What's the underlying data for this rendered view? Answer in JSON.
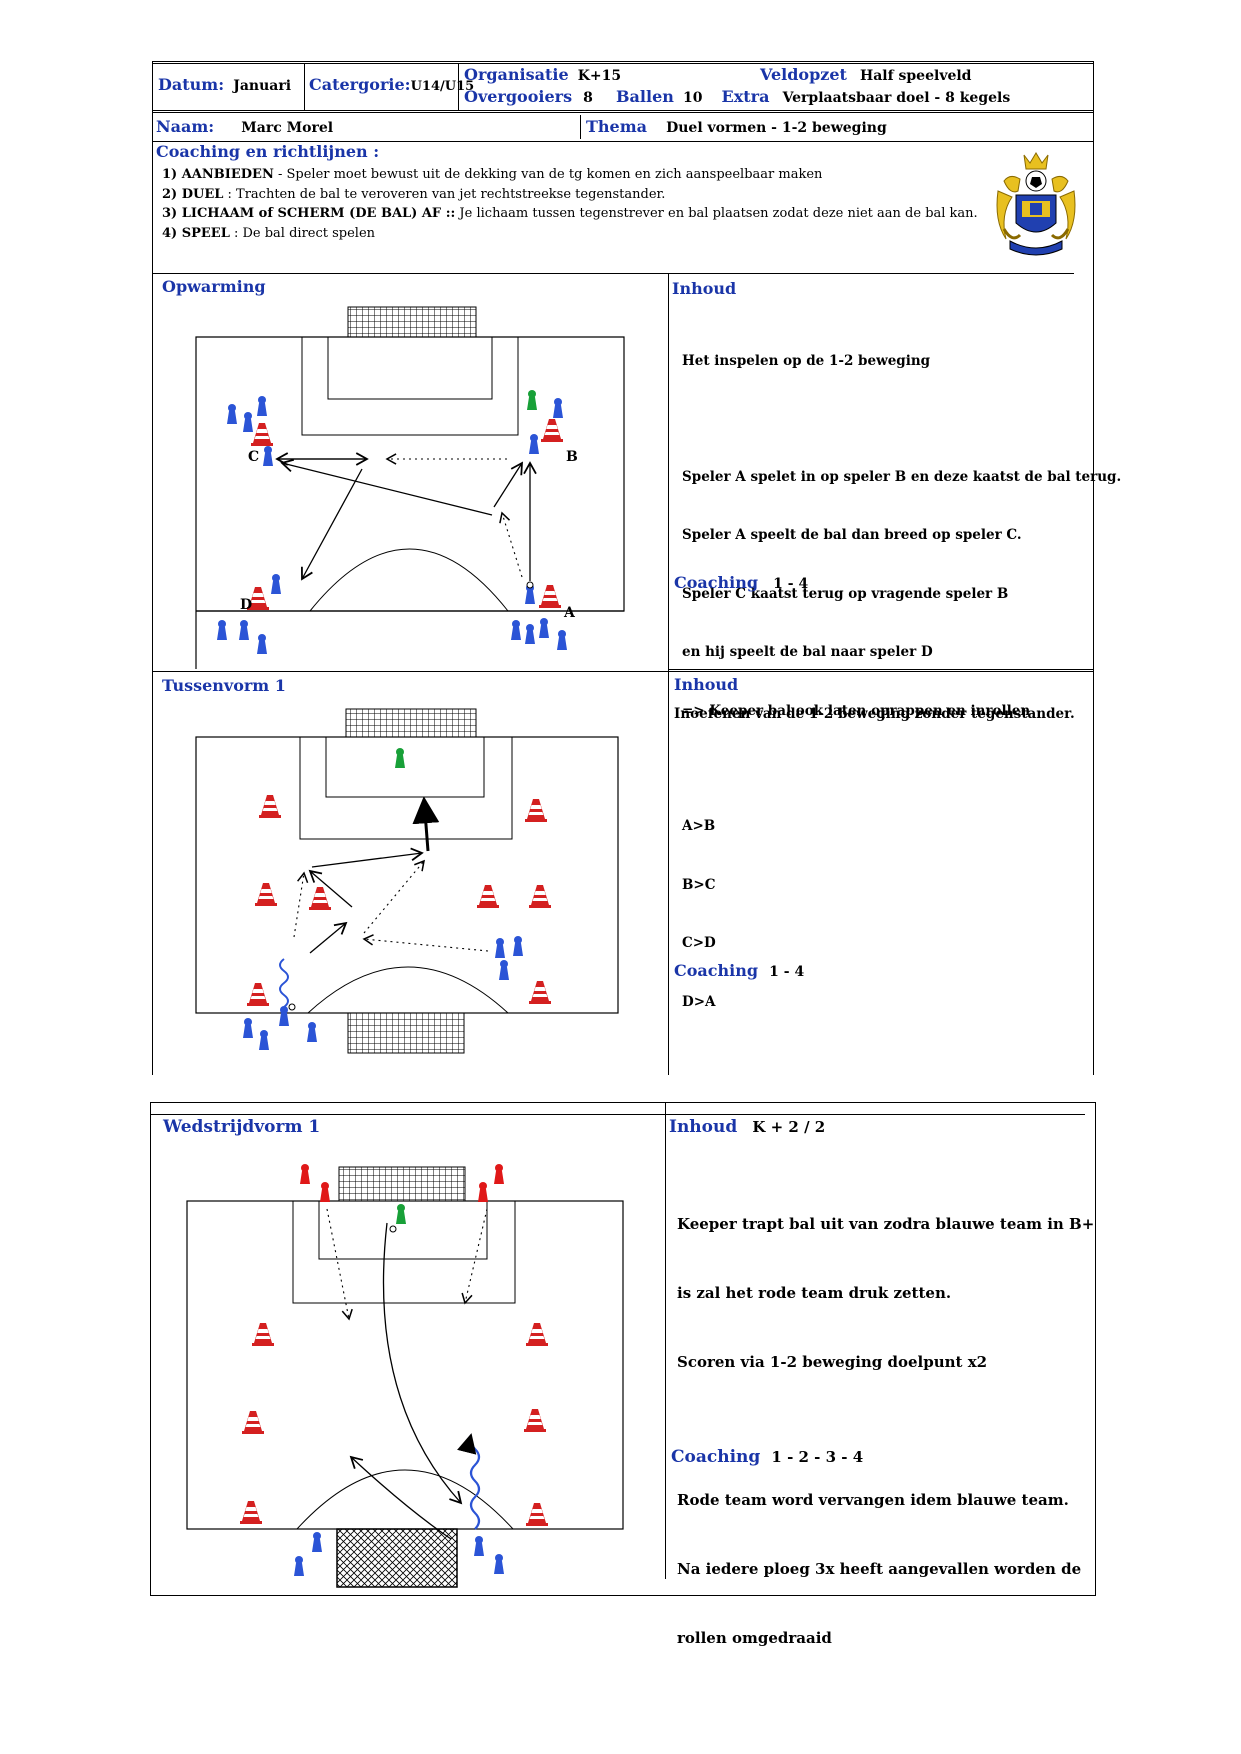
{
  "header": {
    "datum_label": "Datum:",
    "datum_value": "Januari",
    "categorie_label": "Catergorie:",
    "categorie_value": "U14/U15",
    "organisatie_label": "Organisatie",
    "organisatie_value": "K+15",
    "overgooiers_label": "Overgooiers",
    "overgooiers_value": "8",
    "ballen_label": "Ballen",
    "ballen_value": "10",
    "extra_label": "Extra",
    "extra_value": "Verplaatsbaar doel - 8 kegels",
    "veldopzet_label": "Veldopzet",
    "veldopzet_value": "Half speelveld",
    "naam_label": "Naam:",
    "naam_value": "Marc Morel",
    "thema_label": "Thema",
    "thema_value": "Duel vormen - 1-2 beweging"
  },
  "coaching": {
    "title": "Coaching en richtlijnen :",
    "items": [
      {
        "bold": "1) AANBIEDEN",
        "text": " - Speler moet bewust uit de dekking van de tg komen en zich aanspeelbaar maken"
      },
      {
        "bold": "2) DUEL",
        "text": " : Trachten de bal te veroveren van jet rechtstreekse tegenstander."
      },
      {
        "bold": "3) LICHAAM of SCHERM (DE BAL) AF ::",
        "text": " Je lichaam tussen tegenstrever en bal plaatsen zodat deze niet aan de bal kan."
      },
      {
        "bold": "4) SPEEL",
        "text": " : De bal direct spelen"
      }
    ]
  },
  "sections": {
    "opwarming": {
      "title": "Opwarming",
      "inhoud_label": "Inhoud",
      "lines": [
        "Het inspelen op de 1-2 beweging",
        "",
        "Speler A spelet in op speler B en deze kaatst de bal terug.",
        "Speler A speelt de bal dan breed op speler C.",
        "Speler C kaatst terug op vragende speler B",
        "en hij speelt de bal naar speler D",
        "=> Keeper bal ook laten oprappen en inrollen",
        "",
        "A>B",
        "B>C",
        "C>D",
        "D>A"
      ],
      "coaching_label": "Coaching",
      "coaching_value": "1 - 4",
      "player_labels": [
        "A",
        "B",
        "C",
        "D"
      ]
    },
    "tussenvorm": {
      "title": "Tussenvorm 1",
      "inhoud_label": "Inhoud",
      "text": "Inoefenen van de 1-2 beweging zonder tegenstander.",
      "coaching_label": "Coaching",
      "coaching_value": "1 - 4"
    },
    "wedstrijdvorm": {
      "title": "Wedstrijdvorm 1",
      "inhoud_label": "Inhoud",
      "inhoud_value": "K + 2 / 2",
      "lines": [
        "Keeper trapt bal uit van zodra blauwe team in B+",
        "is zal het rode team druk zetten.",
        "Scoren via 1-2 beweging doelpunt x2",
        "",
        "Rode team word vervangen idem blauwe team.",
        "Na iedere ploeg 3x heeft aangevallen worden de",
        "rollen omgedraaid"
      ],
      "coaching_label": "Coaching",
      "coaching_value": "1 - 2 - 3 - 4"
    }
  },
  "colors": {
    "label_blue": "#1a35a8",
    "player_blue": "#2b54d6",
    "player_red": "#e01818",
    "keeper_green": "#18a038",
    "cone_red": "#d42020"
  }
}
